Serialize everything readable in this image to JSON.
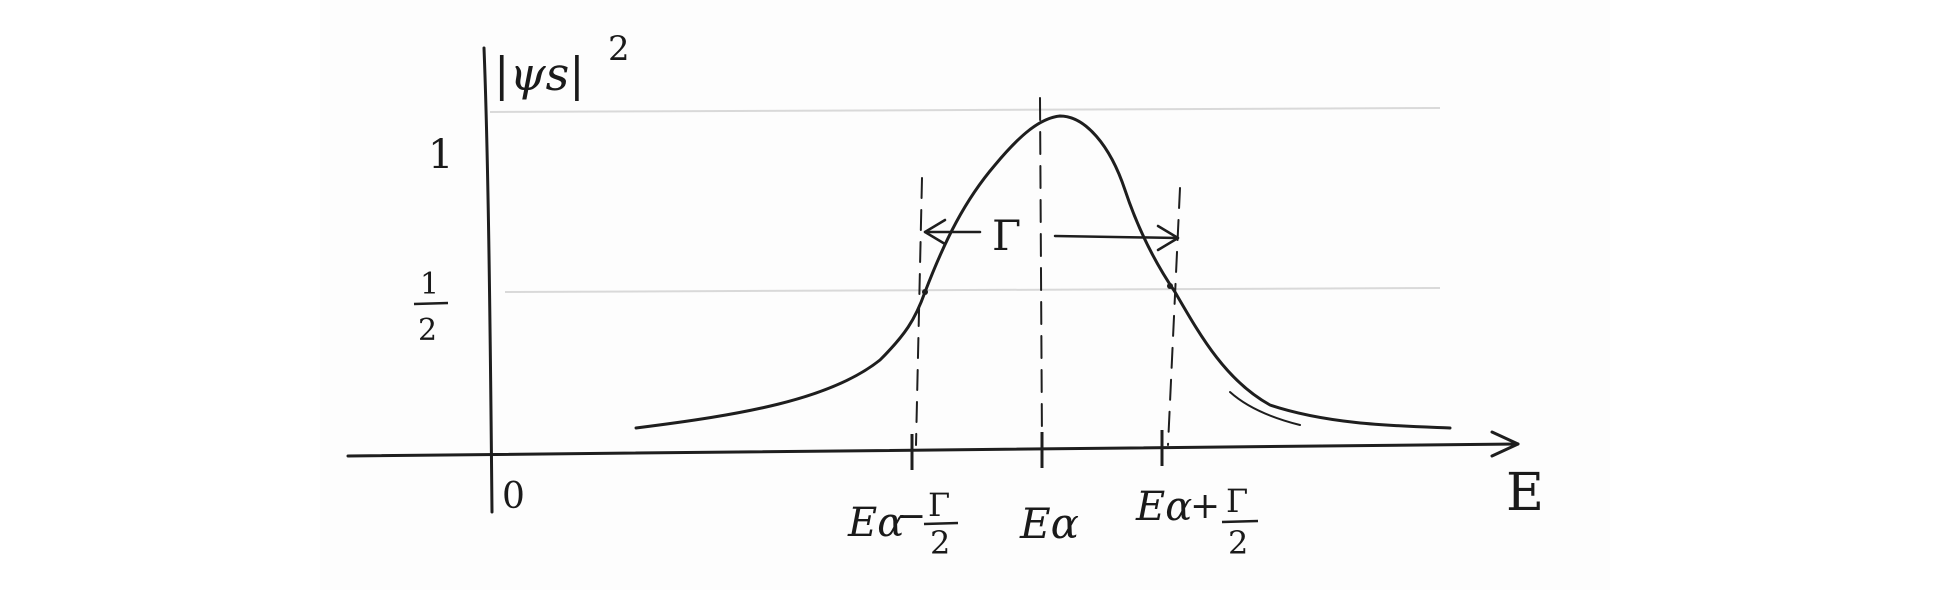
{
  "diagram": {
    "y_axis_label": "|ψs|",
    "y_axis_exponent": "2",
    "x_axis_label": "E",
    "origin_label": "0",
    "y_tick_one": "1",
    "y_tick_half_num": "1",
    "y_tick_half_den": "2",
    "width_label": "Γ",
    "x_tick_left_base": "Eα",
    "x_tick_left_op": "−",
    "x_tick_left_num": "Γ",
    "x_tick_left_den": "2",
    "x_tick_center": "Eα",
    "x_tick_right_base": "Eα",
    "x_tick_right_op": "+",
    "x_tick_right_num": "Γ",
    "x_tick_right_den": "2",
    "ink_color": "#1e1e1e",
    "grid_color": "#d9d9d9"
  }
}
